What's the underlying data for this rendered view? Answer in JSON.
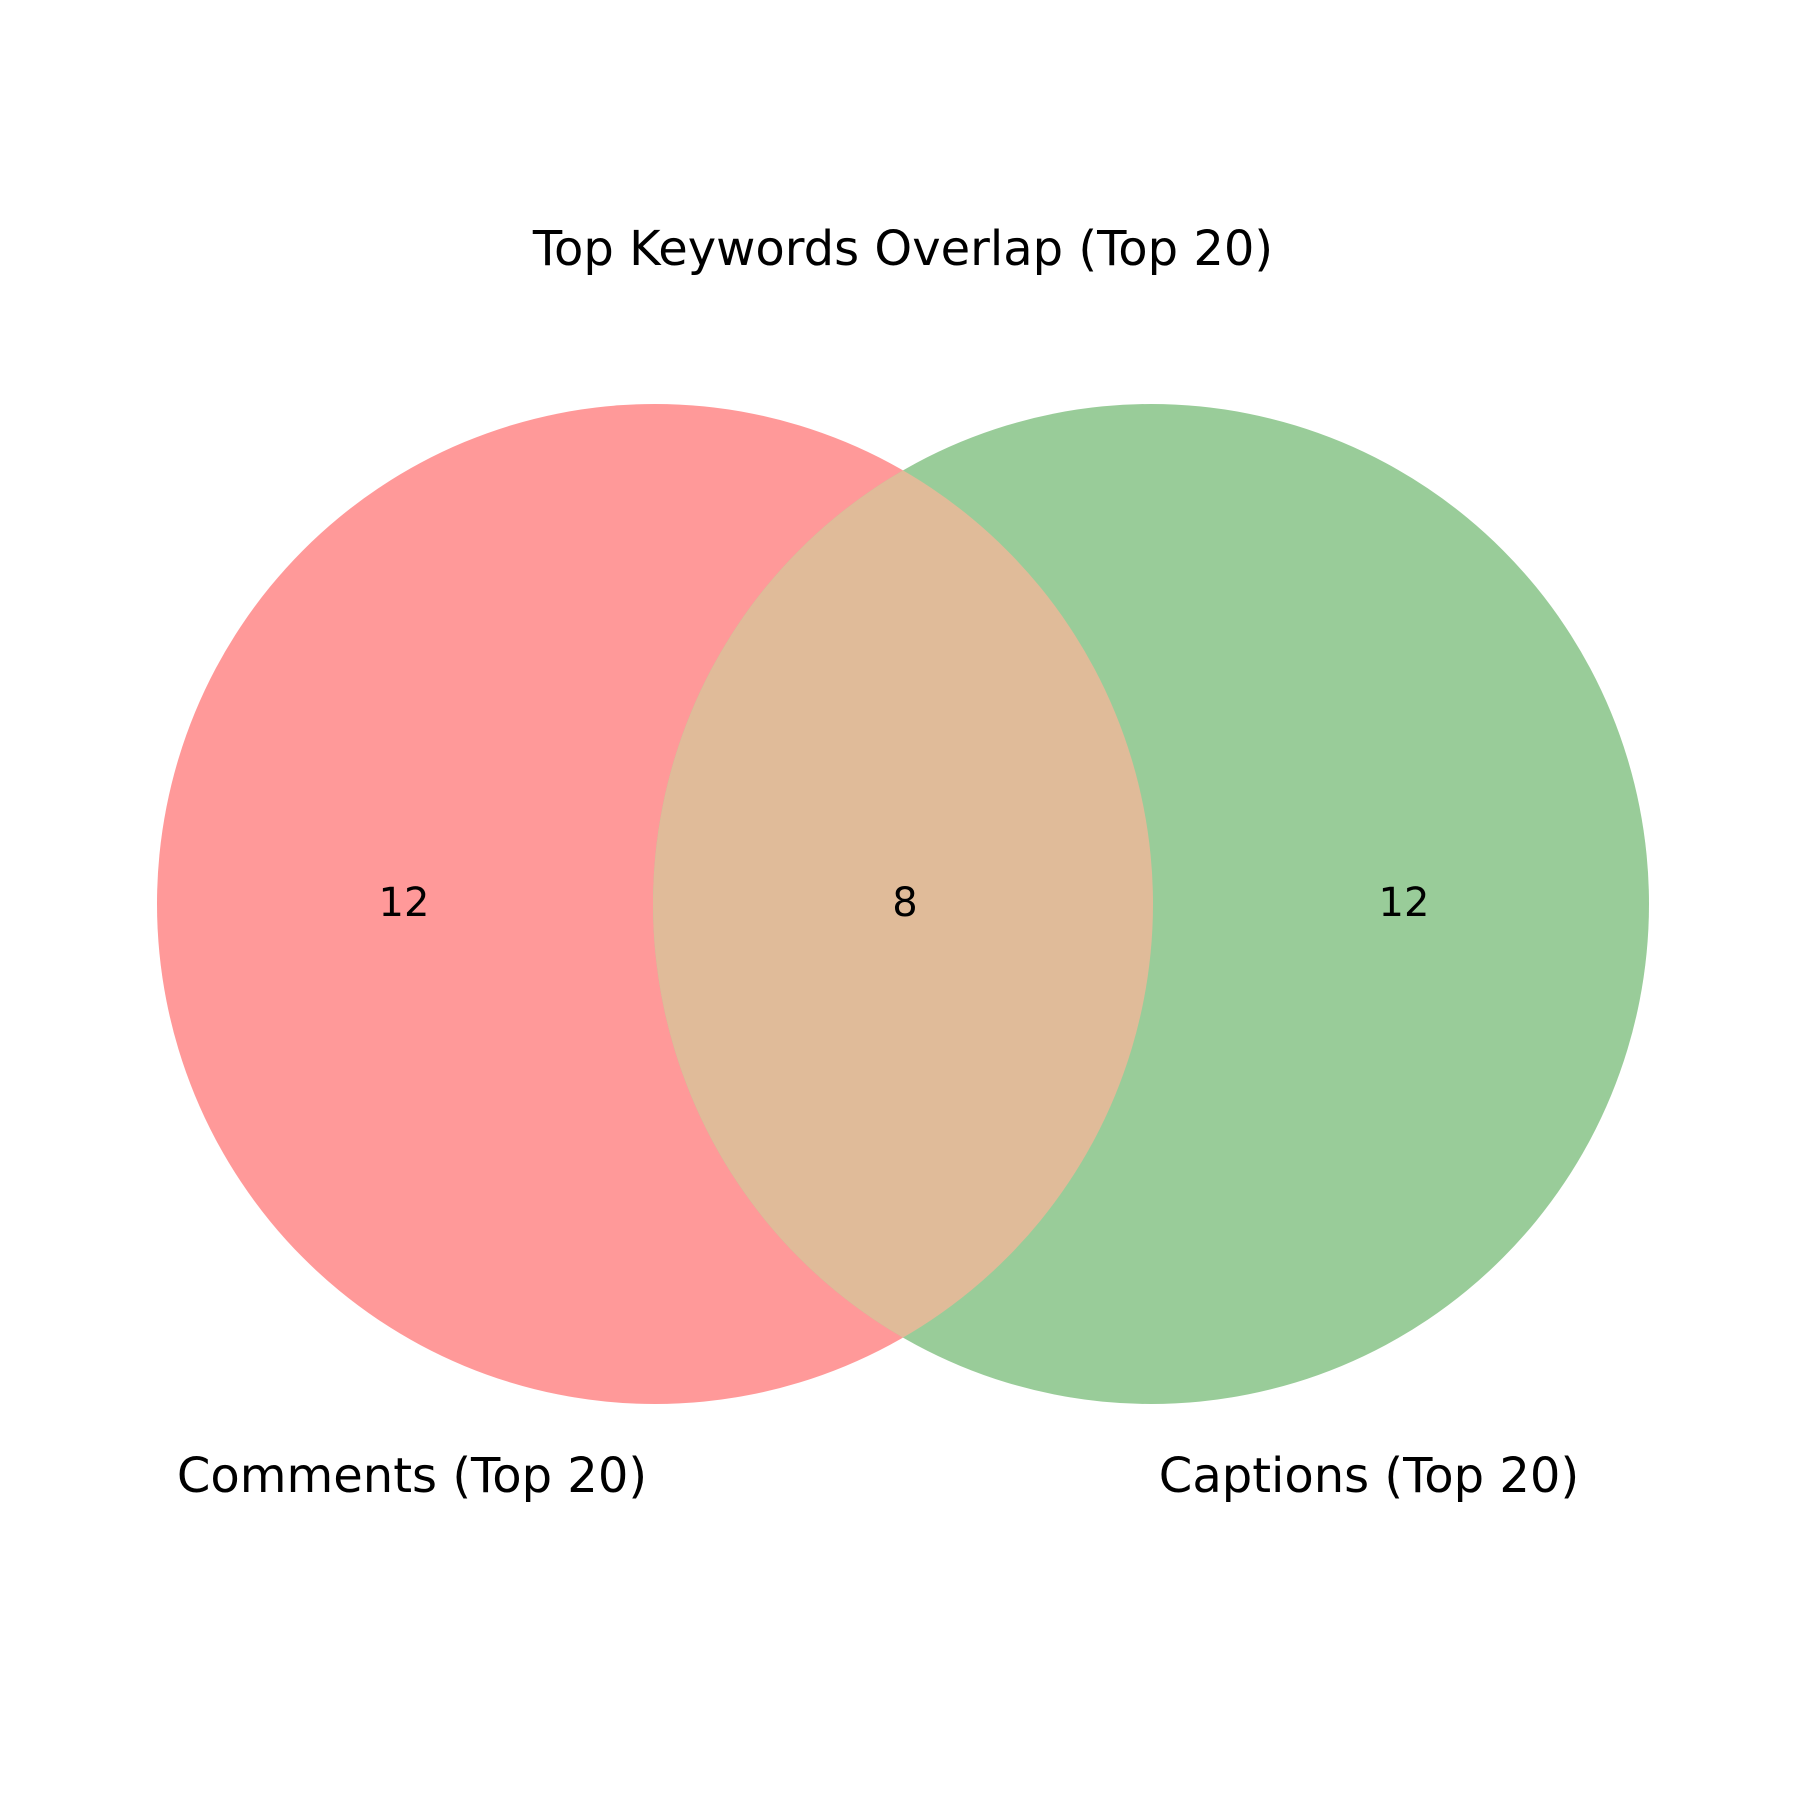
{
  "title": "Top Keywords Overlap (Top 20)",
  "sets": [
    {
      "key": "a",
      "label": "Comments (Top 20)",
      "color": "#ff9999"
    },
    {
      "key": "b",
      "label": "Captions (Top 20)",
      "color": "#99cc99"
    }
  ],
  "intersection_color": "#e0bb99",
  "counts": {
    "a_only": "12",
    "intersection": "8",
    "b_only": "12"
  }
}
